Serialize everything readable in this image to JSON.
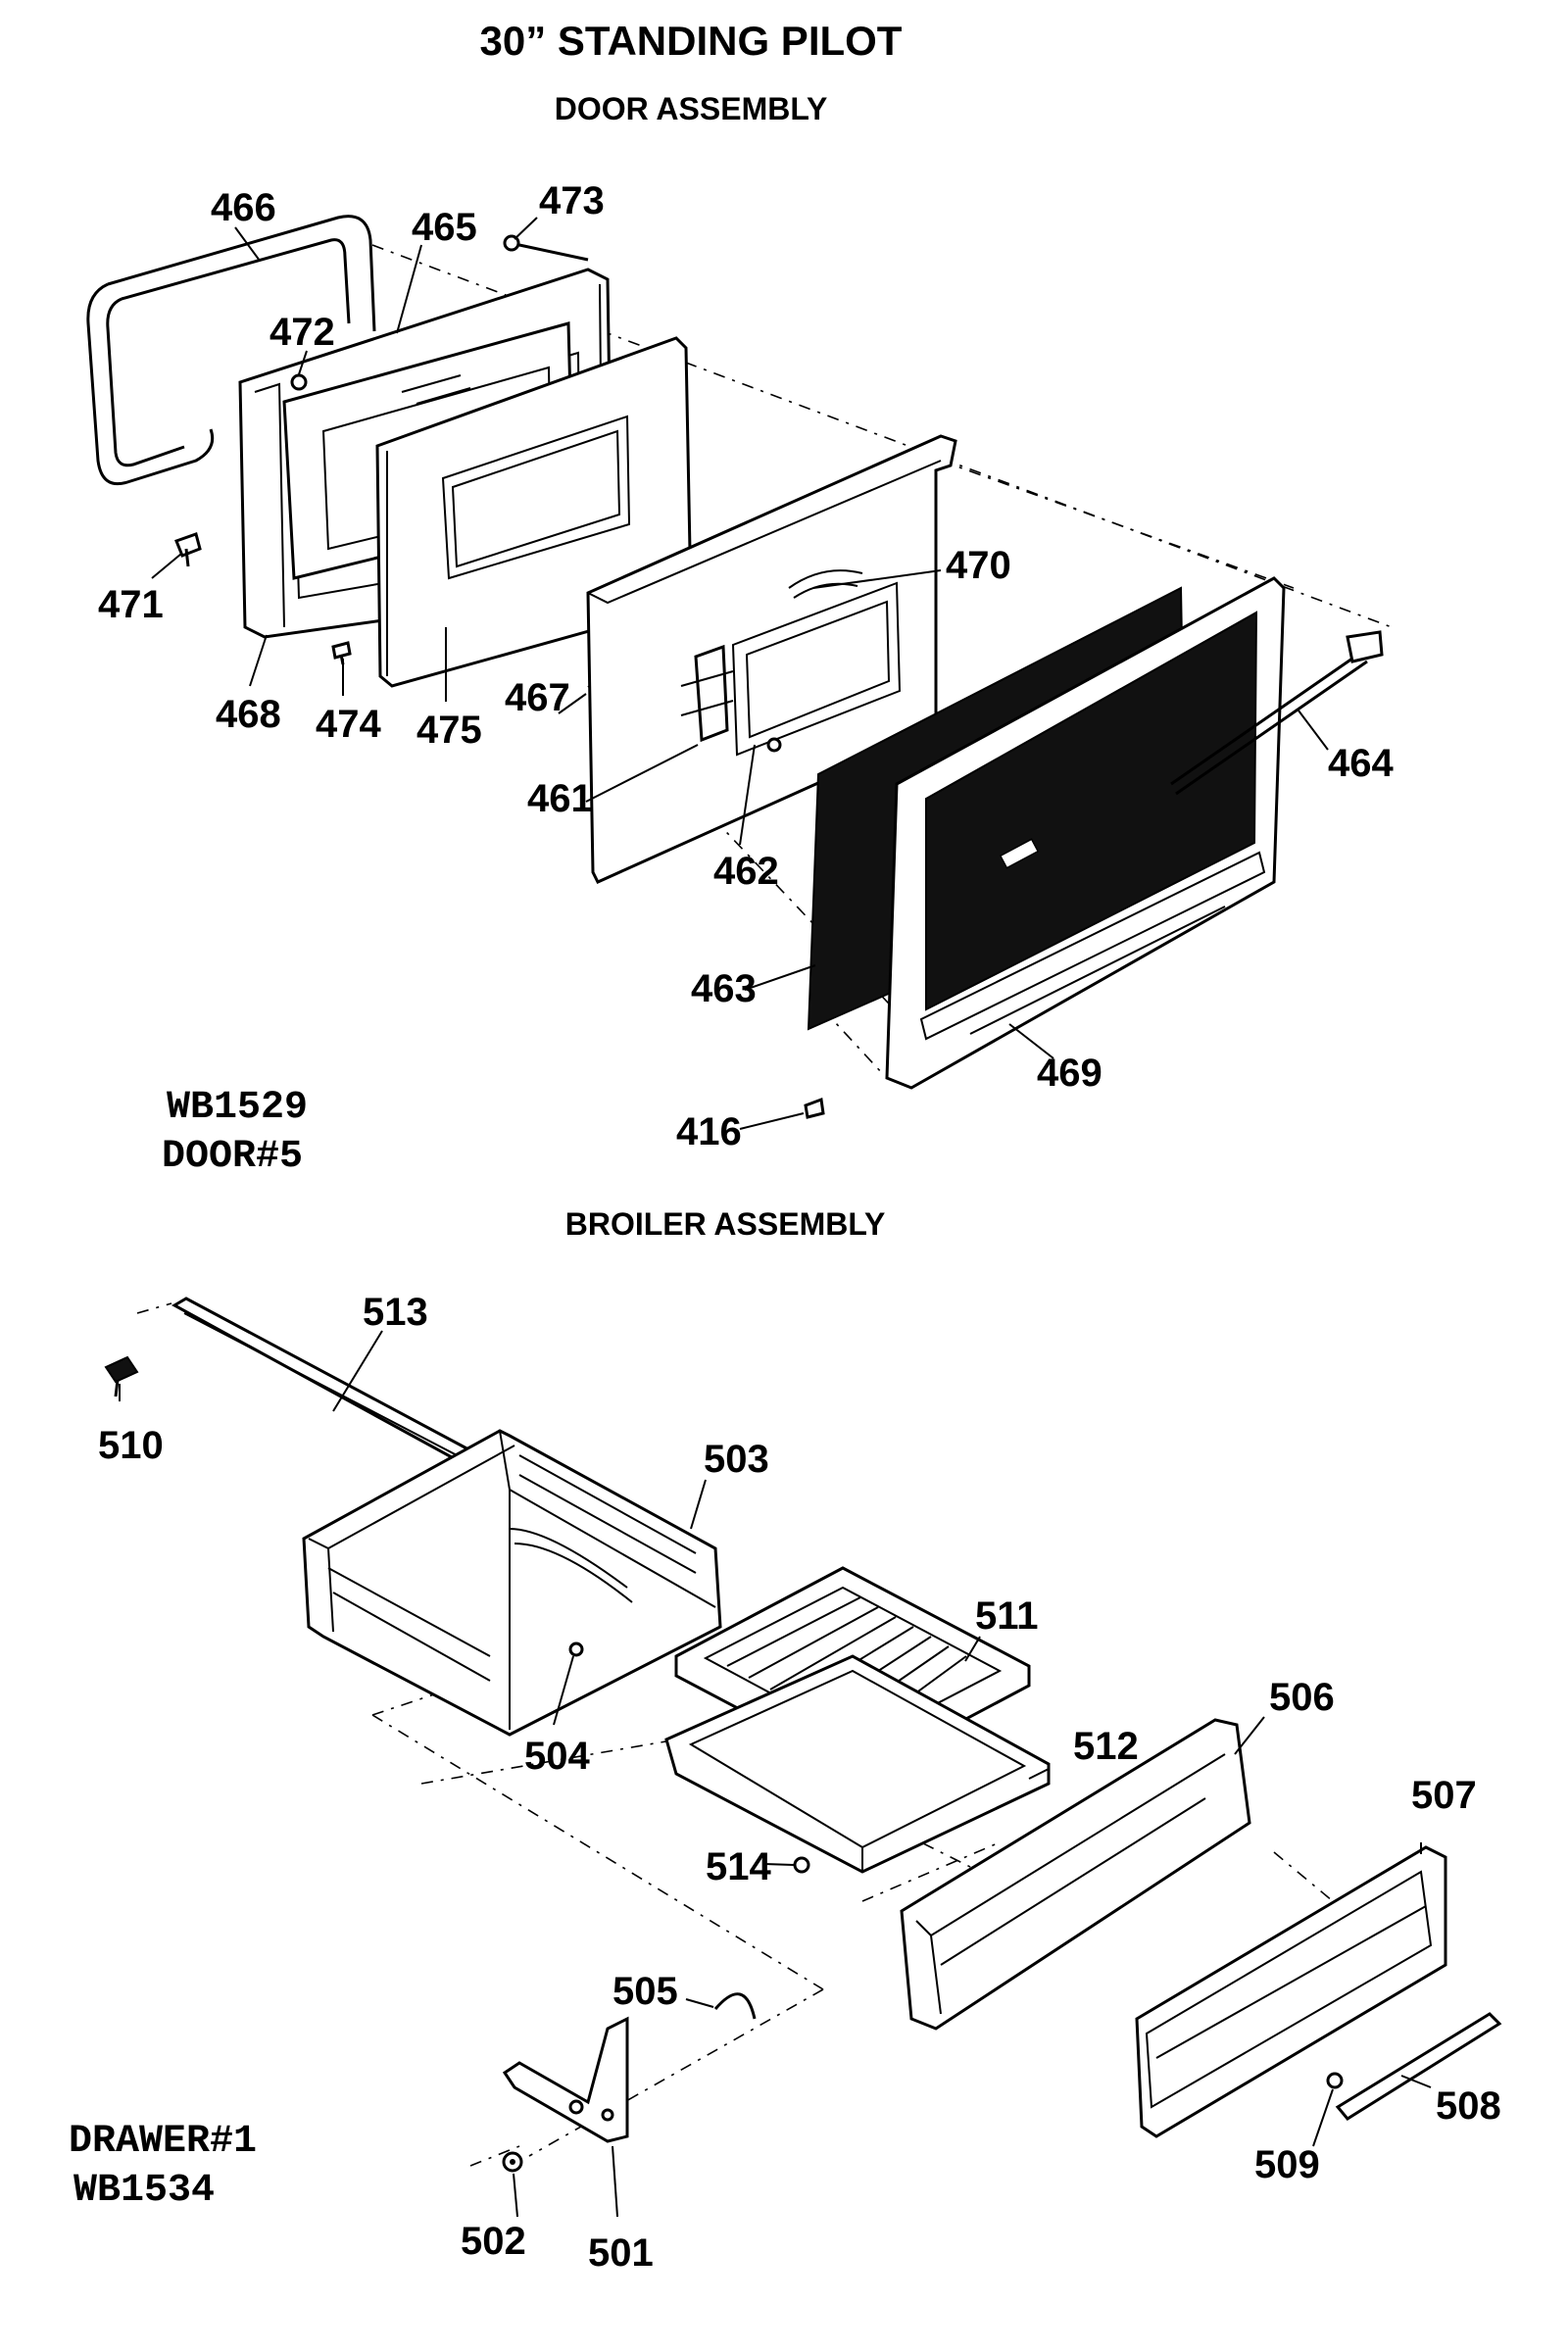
{
  "header": {
    "title": "30” STANDING PILOT",
    "door_section": "DOOR ASSEMBLY",
    "broiler_section": "BROILER ASSEMBLY"
  },
  "notes": {
    "door_model": "WB1529",
    "door_number": "DOOR#5",
    "drawer_number": "DRAWER#1",
    "drawer_model": "WB1534"
  },
  "part_labels": {
    "p466": "466",
    "p465": "465",
    "p473": "473",
    "p472": "472",
    "p471": "471",
    "p468": "468",
    "p474": "474",
    "p475": "475",
    "p470": "470",
    "p467": "467",
    "p461": "461",
    "p462": "462",
    "p463": "463",
    "p464": "464",
    "p469": "469",
    "p416": "416",
    "p513": "513",
    "p510": "510",
    "p503": "503",
    "p511": "511",
    "p506": "506",
    "p504": "504",
    "p512": "512",
    "p507": "507",
    "p514": "514",
    "p505": "505",
    "p508": "508",
    "p509": "509",
    "p502": "502",
    "p501": "501"
  }
}
